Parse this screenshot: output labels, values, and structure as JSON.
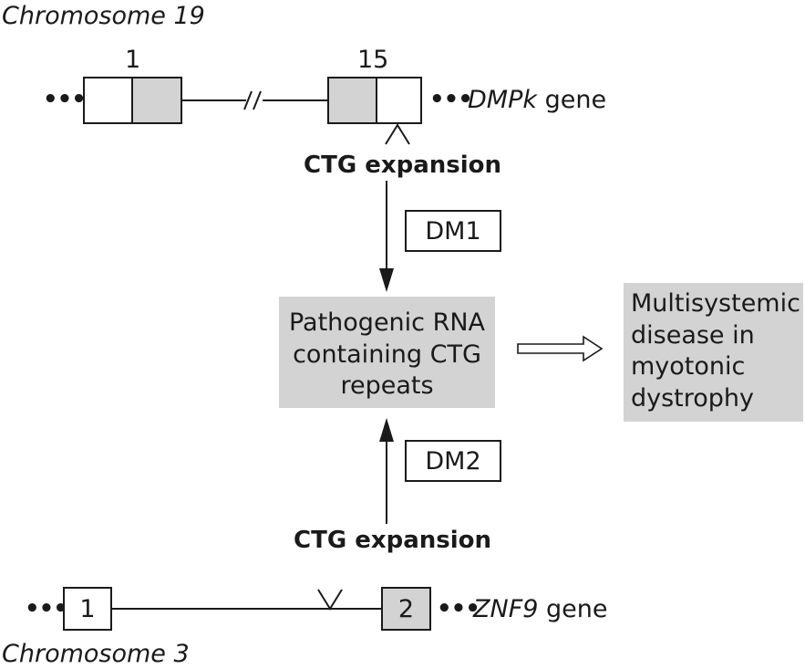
{
  "chromosome_top": {
    "label": "Chromosome 19",
    "exon_left_number": "1",
    "exon_right_number": "15",
    "dots_left": "•••",
    "dots_right": "•••",
    "gene_name": "DMPk",
    "gene_suffix": " gene"
  },
  "expansion_top": "CTG expansion",
  "dm1_label": "DM1",
  "rna_box": {
    "lines": [
      "Pathogenic RNA",
      "containing CTG",
      "repeats"
    ]
  },
  "disease_box": {
    "lines": [
      "Multisystemic",
      "disease in",
      "myotonic",
      "dystrophy"
    ]
  },
  "dm2_label": "DM2",
  "expansion_bottom": "CTG expansion",
  "chromosome_bottom": {
    "label": "Chromosome 3",
    "exon_left_number": "1",
    "exon_right_number": "2",
    "dots_left": "•••",
    "dots_right": "•••",
    "gene_name": "ZNF9",
    "gene_suffix": " gene"
  },
  "colors": {
    "shade": "#d3d3d3",
    "ink": "#1a1a1a"
  }
}
